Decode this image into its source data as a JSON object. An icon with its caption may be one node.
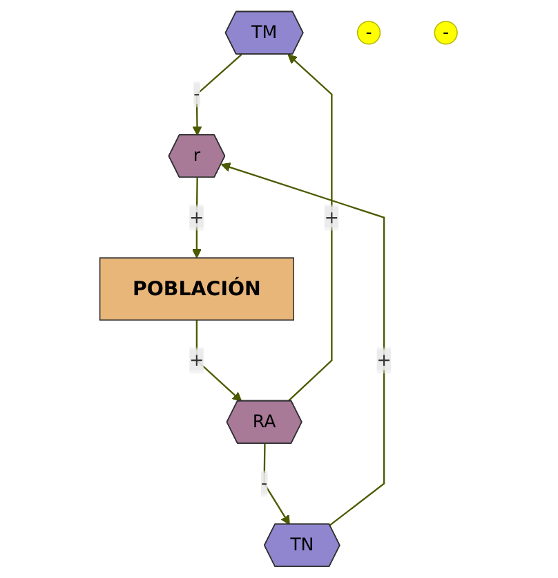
{
  "diagram": {
    "nodes": [
      {
        "text": [
          "TM"
        ]
      },
      {
        "text": [
          "r"
        ]
      },
      {
        "text": [
          "TN"
        ]
      },
      {
        "text": [
          "POBLACIÓN"
        ]
      },
      {
        "text": [
          "RA"
        ]
      },
      {
        "text": [
          "-"
        ]
      },
      {
        "text": [
          "-"
        ]
      }
    ],
    "edges": [
      {
        "from": 0,
        "to": 1,
        "arrow": "to",
        "label": "-"
      },
      {
        "from": 2,
        "to": 1,
        "arrow": "to",
        "label": "+"
      },
      {
        "from": 1,
        "to": 3,
        "arrow": "to",
        "label": "+"
      },
      {
        "from": 3,
        "to": 4,
        "arrow": "to",
        "label": "+"
      },
      {
        "from": 4,
        "to": 0,
        "arrow": "to",
        "label": "+"
      },
      {
        "from": 4,
        "to": 2,
        "arrow": "to",
        "label": "-"
      }
    ]
  }
}
